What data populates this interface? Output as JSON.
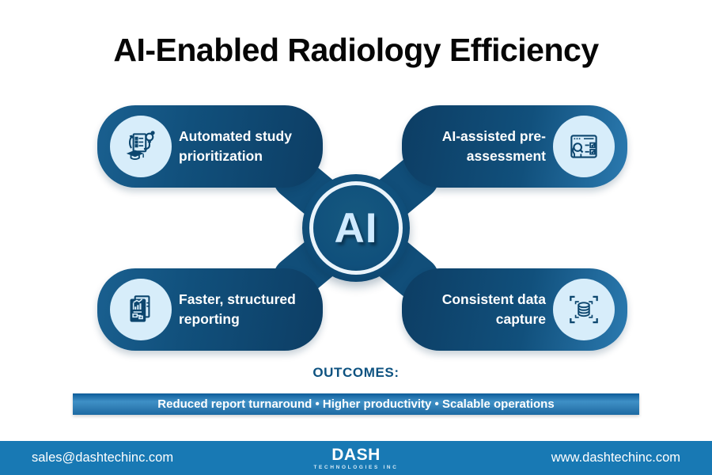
{
  "title": "AI-Enabled Radiology Efficiency",
  "center": {
    "label": "AI"
  },
  "features": [
    {
      "position": "top-left",
      "label": "Automated study prioritization",
      "icon": "study-prioritization-icon"
    },
    {
      "position": "top-right",
      "label": "AI-assisted pre-assessment",
      "icon": "pre-assessment-icon"
    },
    {
      "position": "bottom-left",
      "label": "Faster, structured reporting",
      "icon": "structured-reporting-icon"
    },
    {
      "position": "bottom-right",
      "label": "Consistent data capture",
      "icon": "data-capture-icon"
    }
  ],
  "outcomes": {
    "heading": "OUTCOMES:",
    "banner_text": "Reduced report turnaround  •  Higher productivity  •  Scalable operations",
    "banner_items": [
      "Reduced report turnaround",
      "Higher productivity",
      "Scalable operations"
    ]
  },
  "footer": {
    "email": "sales@dashtechinc.com",
    "logo_name": "DASH",
    "logo_tagline": "TECHNOLOGIES INC",
    "website": "www.dashtechinc.com"
  },
  "colors": {
    "pill_dark": "#0d3f66",
    "pill_light_edge": "#2b7ab0",
    "icon_circle_bg": "#d7edfa",
    "icon_stroke": "#0c466e",
    "banner_blue": "#2e7fb8",
    "footer_bar": "#1879b4",
    "outcomes_text": "#0d5280",
    "ai_text": "#cfeaff"
  }
}
